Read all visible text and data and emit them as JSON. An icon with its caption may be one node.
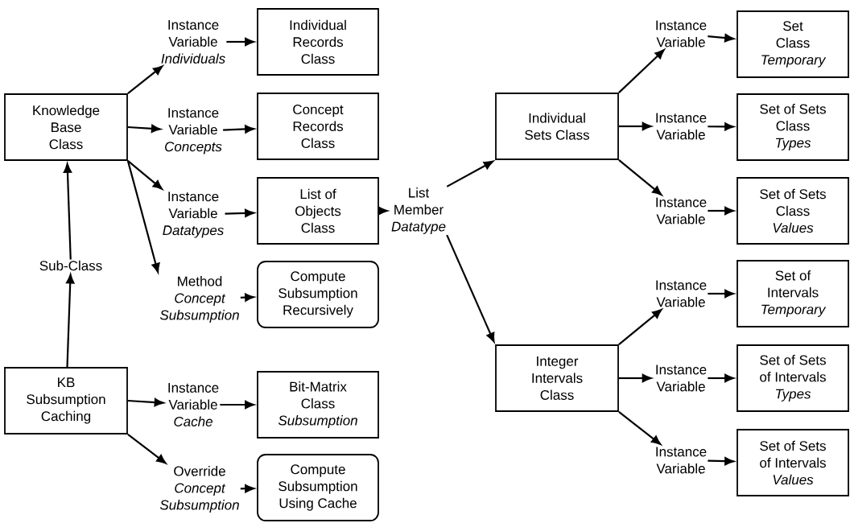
{
  "diagram": {
    "nodes": [
      {
        "text": [
          "Knowledge Base Class"
        ]
      },
      {
        "text": [
          "Instance Variable",
          "Individuals"
        ]
      },
      {
        "text": [
          "Individual Records Class"
        ]
      },
      {
        "text": [
          "Instance Variable",
          "Concepts"
        ]
      },
      {
        "text": [
          "Concept Records Class"
        ]
      },
      {
        "text": [
          "Instance Variable",
          "Datatypes"
        ]
      },
      {
        "text": [
          "List of Objects Class"
        ]
      },
      {
        "text": [
          "Method",
          "Concept Subsumption"
        ]
      },
      {
        "text": [
          "Compute Subsumption Recursively"
        ]
      },
      {
        "text": [
          "Sub-Class"
        ]
      },
      {
        "text": [
          "KB Subsumption Caching"
        ]
      },
      {
        "text": [
          "Instance Variable",
          "Cache"
        ]
      },
      {
        "text": [
          "Bit-Matrix Class",
          "Subsumption"
        ]
      },
      {
        "text": [
          "Override",
          "Concept Subsumption"
        ]
      },
      {
        "text": [
          "Compute Subsumption Using Cache"
        ]
      },
      {
        "text": [
          "List Member",
          "Datatype"
        ]
      },
      {
        "text": [
          "Individual Sets Class"
        ]
      },
      {
        "text": [
          "Integer Intervals Class"
        ]
      },
      {
        "text": [
          "Instance Variable"
        ]
      },
      {
        "text": [
          "Set Class",
          "Temporary"
        ]
      },
      {
        "text": [
          "Instance Variable"
        ]
      },
      {
        "text": [
          "Set of Sets Class",
          "Types"
        ]
      },
      {
        "text": [
          "Instance Variable"
        ]
      },
      {
        "text": [
          "Set of Sets Class",
          "Values"
        ]
      },
      {
        "text": [
          "Instance Variable"
        ]
      },
      {
        "text": [
          "Set of Intervals",
          "Temporary"
        ]
      },
      {
        "text": [
          "Instance Variable"
        ]
      },
      {
        "text": [
          "Set of Sets of Intervals",
          "Types"
        ]
      },
      {
        "text": [
          "Instance Variable"
        ]
      },
      {
        "text": [
          "Set of Sets of Intervals",
          "Values"
        ]
      }
    ],
    "edges": [
      {
        "from": 0,
        "to": 1,
        "arrow": "to"
      },
      {
        "from": 1,
        "to": 2,
        "arrow": "to"
      },
      {
        "from": 0,
        "to": 3,
        "arrow": "to"
      },
      {
        "from": 3,
        "to": 4,
        "arrow": "to"
      },
      {
        "from": 0,
        "to": 5,
        "arrow": "to"
      },
      {
        "from": 5,
        "to": 6,
        "arrow": "to"
      },
      {
        "from": 0,
        "to": 7,
        "arrow": "to"
      },
      {
        "from": 7,
        "to": 8,
        "arrow": "to"
      },
      {
        "from": 10,
        "to": 9,
        "arrow": "to"
      },
      {
        "from": 9,
        "to": 0,
        "arrow": "to"
      },
      {
        "from": 10,
        "to": 11,
        "arrow": "to"
      },
      {
        "from": 11,
        "to": 12,
        "arrow": "to"
      },
      {
        "from": 10,
        "to": 13,
        "arrow": "to"
      },
      {
        "from": 13,
        "to": 14,
        "arrow": "to"
      },
      {
        "from": 6,
        "to": 15,
        "arrow": "to"
      },
      {
        "from": 15,
        "to": 16,
        "arrow": "to"
      },
      {
        "from": 15,
        "to": 17,
        "arrow": "to"
      },
      {
        "from": 16,
        "to": 18,
        "arrow": "to"
      },
      {
        "from": 18,
        "to": 19,
        "arrow": "to"
      },
      {
        "from": 16,
        "to": 20,
        "arrow": "to"
      },
      {
        "from": 20,
        "to": 21,
        "arrow": "to"
      },
      {
        "from": 16,
        "to": 22,
        "arrow": "to"
      },
      {
        "from": 22,
        "to": 23,
        "arrow": "to"
      },
      {
        "from": 17,
        "to": 24,
        "arrow": "to"
      },
      {
        "from": 24,
        "to": 25,
        "arrow": "to"
      },
      {
        "from": 17,
        "to": 26,
        "arrow": "to"
      },
      {
        "from": 26,
        "to": 27,
        "arrow": "to"
      },
      {
        "from": 17,
        "to": 28,
        "arrow": "to"
      },
      {
        "from": 28,
        "to": 29,
        "arrow": "to"
      }
    ]
  }
}
